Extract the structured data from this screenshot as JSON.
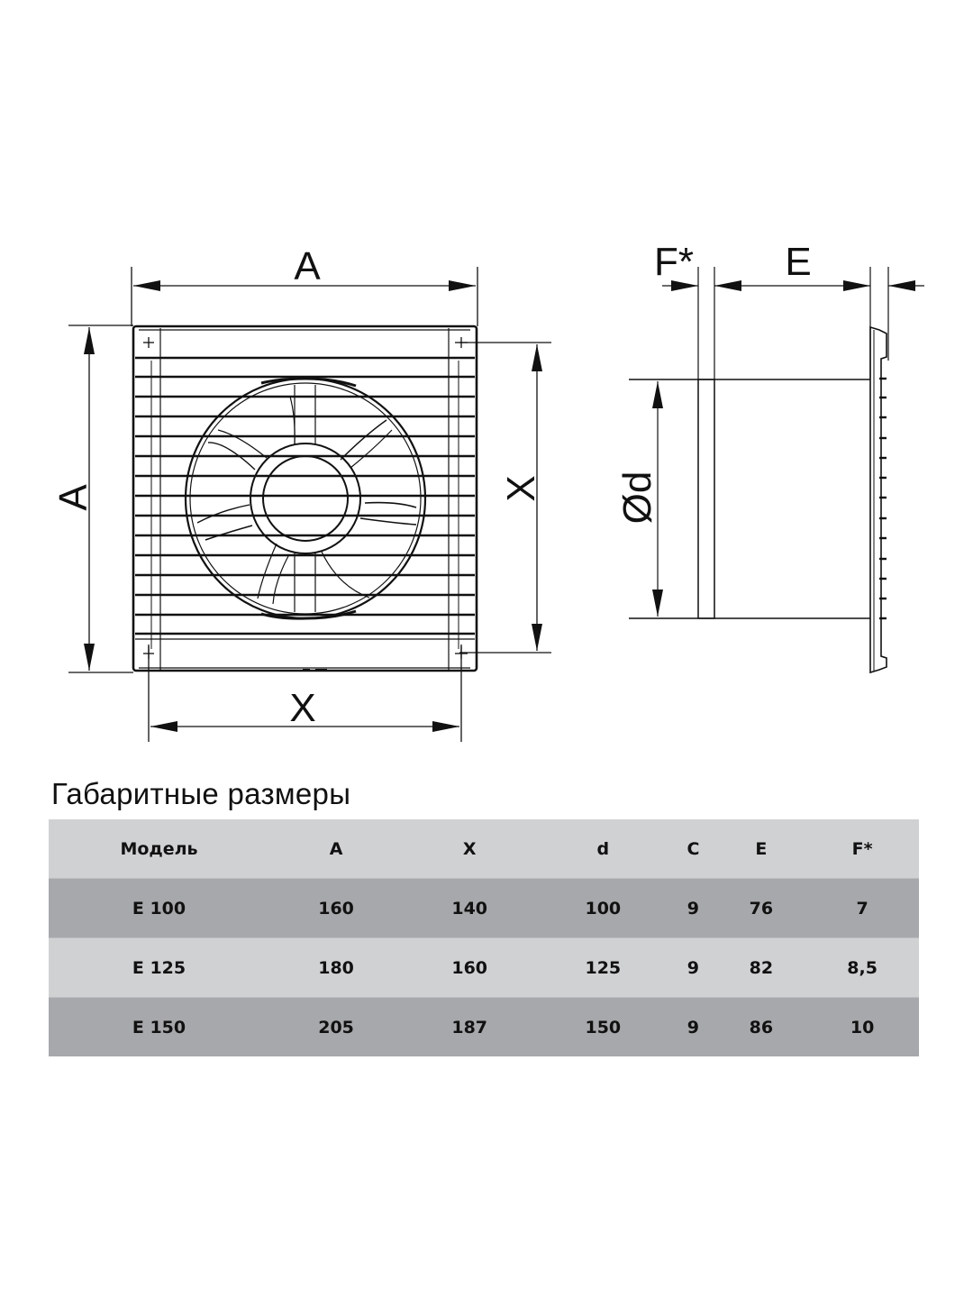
{
  "drawing": {
    "front_view": {
      "top_dimension_label": "A",
      "left_dimension_label": "A",
      "right_dimension_label": "X",
      "bottom_dimension_label": "X"
    },
    "side_view": {
      "flange_dimension_label": "F*",
      "depth_dimension_label": "E",
      "diameter_dimension_label": "Ød"
    }
  },
  "table": {
    "title": "Габаритные размеры",
    "columns": [
      "Модель",
      "A",
      "X",
      "d",
      "C",
      "E",
      "F*"
    ],
    "rows": [
      {
        "model": "E 100",
        "A": "160",
        "X": "140",
        "d": "100",
        "C": "9",
        "E": "76",
        "F": "7"
      },
      {
        "model": "E 125",
        "A": "180",
        "X": "160",
        "d": "125",
        "C": "9",
        "E": "82",
        "F": "8,5"
      },
      {
        "model": "E 150",
        "A": "205",
        "X": "187",
        "d": "150",
        "C": "9",
        "E": "86",
        "F": "10"
      }
    ],
    "colors": {
      "header_bg": "#d0d1d3",
      "dark_row_bg": "#a7a8ab",
      "light_row_bg": "#d0d1d3"
    }
  }
}
